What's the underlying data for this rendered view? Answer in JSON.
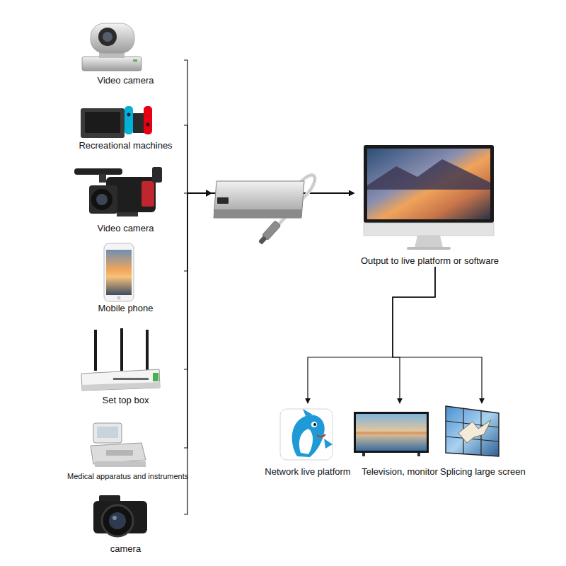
{
  "diagram": {
    "nodes": [
      {
        "text": [
          "Video camera"
        ]
      },
      {
        "text": [
          "Recreational machines"
        ]
      },
      {
        "text": [
          "Video camera"
        ]
      },
      {
        "text": [
          "Mobile phone"
        ]
      },
      {
        "text": [
          "Set top box"
        ]
      },
      {
        "text": [
          "Medical apparatus and instruments"
        ]
      },
      {
        "text": [
          "camera"
        ]
      },
      {
        "text": [
          "Output to live platform or software"
        ]
      },
      {
        "text": [
          "Network live platform"
        ]
      },
      {
        "text": [
          "Television, monitor"
        ]
      },
      {
        "text": [
          "Splicing large screen"
        ]
      }
    ],
    "edges": [
      {
        "from": 0,
        "to": 7,
        "arrow": "to"
      },
      {
        "from": 1,
        "to": 7,
        "arrow": "to"
      },
      {
        "from": 2,
        "to": 7,
        "arrow": "to"
      },
      {
        "from": 3,
        "to": 7,
        "arrow": "to"
      },
      {
        "from": 4,
        "to": 7,
        "arrow": "to"
      },
      {
        "from": 5,
        "to": 7,
        "arrow": "to"
      },
      {
        "from": 6,
        "to": 7,
        "arrow": "to"
      },
      {
        "from": 7,
        "to": 8,
        "arrow": "to"
      },
      {
        "from": 7,
        "to": 9,
        "arrow": "to"
      },
      {
        "from": 7,
        "to": 10,
        "arrow": "to"
      }
    ]
  }
}
